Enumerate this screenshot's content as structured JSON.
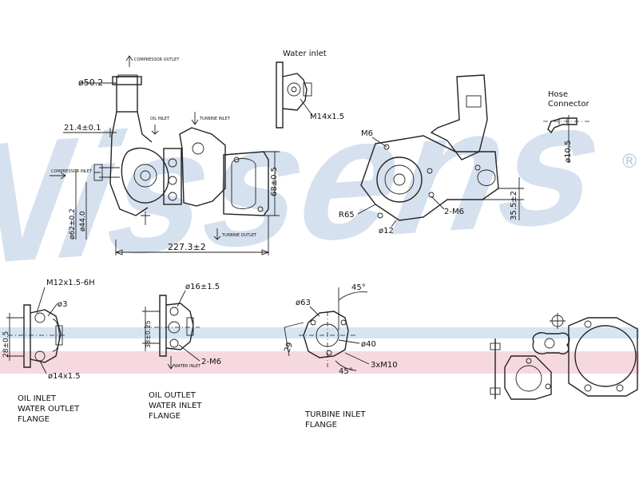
{
  "brand": {
    "watermark": "Nissens",
    "registered_mark": "®",
    "watermark_color": "#c9d8ea",
    "band_blue": "#d7e4f2",
    "band_pink": "#f6d9df"
  },
  "main_view": {
    "dim_diameter_top": "ø50.2",
    "dim_width_top": "21.4±0.1",
    "dim_dia_62": "ø62±0.2",
    "dim_dia_44": "ø44.0",
    "dim_length": "227.3±2",
    "dim_height_68": "68±0.5",
    "compressor_outlet_label": "COMPRESSOR OUTLET",
    "compressor_inlet_label": "COMPRESSOR INLET",
    "oil_inlet_label": "OIL INLET",
    "turbine_inlet_label": "TURBINE INLET",
    "turbine_outlet_label": "TURBINE OUTLET"
  },
  "water_inlet_view": {
    "title": "Water inlet",
    "thread": "M14x1.5"
  },
  "turbine_view": {
    "stud": "M6",
    "radius": "R65",
    "hole": "ø12",
    "studs": "2-M6",
    "dim_side": "35.5±2"
  },
  "hose_connector": {
    "title_line1": "Hose",
    "title_line2": "Connector",
    "dim": "ø10.5"
  },
  "oil_inlet_flange": {
    "thread_top": "M12x1.5-6H",
    "dia": "ø3",
    "dim_side": "28±0.5",
    "thread_bottom": "ø14x1.5",
    "caption_line1": "OIL INLET",
    "caption_line2": "WATER OUTLET",
    "caption_line3": "FLANGE"
  },
  "oil_outlet_flange": {
    "dia": "ø16±1.5",
    "dim_side": "38±0.25",
    "studs": "2-M6",
    "arrow_label": "WATER INLET",
    "caption_line1": "OIL OUTLET",
    "caption_line2": "WATER INLET",
    "caption_line3": "FLANGE"
  },
  "turbine_inlet_flange": {
    "dia_outer": "ø63",
    "angle_top": "45°",
    "dim_side": "29",
    "dia_inner": "ø40",
    "angle_bottom": "45°",
    "studs": "3xM10",
    "caption_line1": "TURBINE INLET",
    "caption_line2": "FLANGE"
  }
}
